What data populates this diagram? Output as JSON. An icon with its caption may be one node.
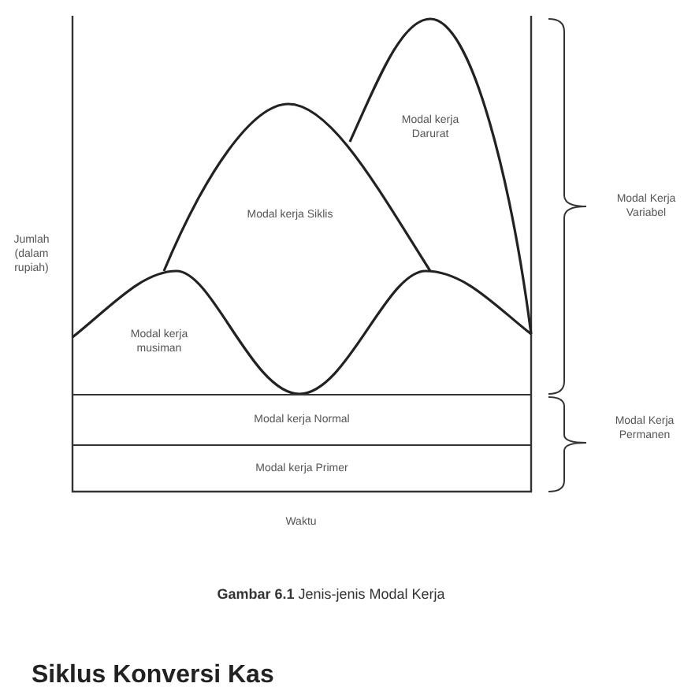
{
  "diagram": {
    "caption": "**Gambar 6.1** Jenis-jenis Modal Kerja",
    "nodes": [
      {
        "text": [
          "Modal kerja Darurat"
        ]
      },
      {
        "text": [
          "Modal kerja Siklis"
        ]
      },
      {
        "text": [
          "Modal kerja musiman"
        ]
      },
      {
        "text": [
          "Modal kerja Normal"
        ]
      },
      {
        "text": [
          "Modal kerja Primer"
        ]
      }
    ],
    "labels": [
      "Jumlah (dalam rupiah)",
      "Modal Kerja Variabel",
      "Modal Kerja Permanen",
      "Waktu",
      "Siklus Konversi Kas"
    ]
  }
}
